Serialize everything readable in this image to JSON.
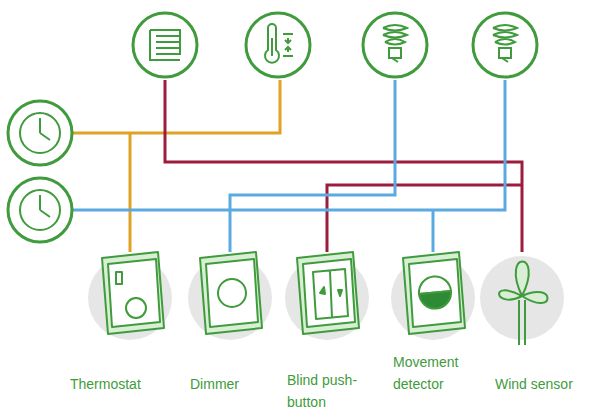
{
  "diagram": {
    "nodes": [
      {
        "text": [
          "Thermostat"
        ]
      },
      {
        "text": [
          "Dimmer"
        ]
      },
      {
        "text": [
          "Blind push- button"
        ]
      },
      {
        "text": [
          "Movement detector"
        ]
      },
      {
        "text": [
          "Wind sensor"
        ]
      }
    ]
  }
}
